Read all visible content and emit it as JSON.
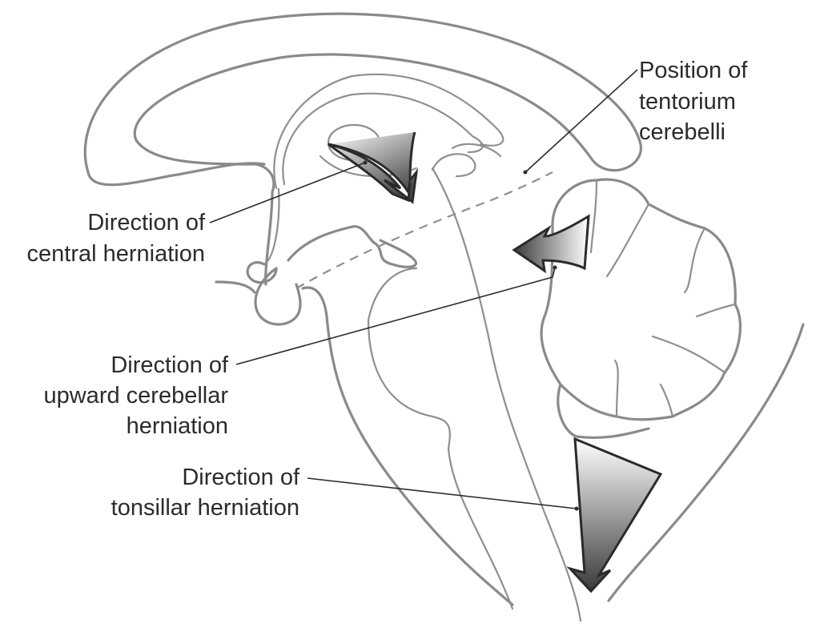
{
  "figure": {
    "title": "Brain herniation directions (sagittal view)",
    "colors": {
      "anatomy_stroke": "#8a8a8a",
      "label_text": "#2b2b2b",
      "arrow_dark": "#3a3a3a",
      "arrow_light": "#ffffff"
    },
    "labels": {
      "tentorium": [
        "Position of",
        "tentorium",
        "cerebelli"
      ],
      "central": [
        "Direction of",
        "central herniation"
      ],
      "upward": [
        "Direction of",
        "upward cerebellar",
        "herniation"
      ],
      "tonsillar": [
        "Direction of",
        "tonsillar herniation"
      ]
    }
  }
}
